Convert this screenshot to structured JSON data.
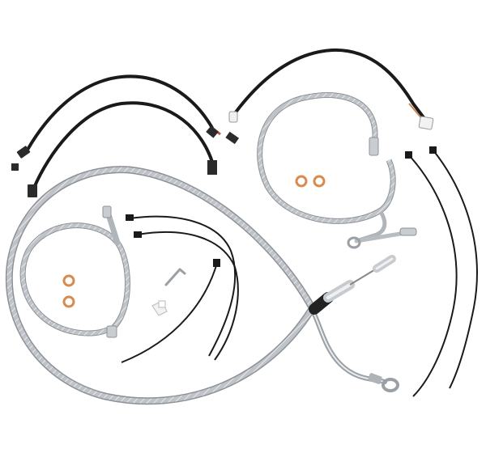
{
  "image": {
    "background": "#ffffff",
    "colors": {
      "braided_steel": "#b9bdc2",
      "braided_highlight": "#e9ecef",
      "braided_shadow": "#8d9297",
      "black_wire": "#1a1a1a",
      "connector": "#2b2b2b",
      "copper_washer": "#d98a4e",
      "white_plastic": "#f2f2f2",
      "chrome": "#c7cbcf"
    },
    "components": [
      "braided-brake-line-large-loop",
      "braided-brake-line-small-loop",
      "braided-clutch-cable",
      "wiring-harness-left-upper",
      "wiring-harness-left-lower",
      "wiring-harness-right",
      "zip-tie",
      "copper-crush-washer",
      "allen-wrench",
      "plastic-clip"
    ]
  }
}
